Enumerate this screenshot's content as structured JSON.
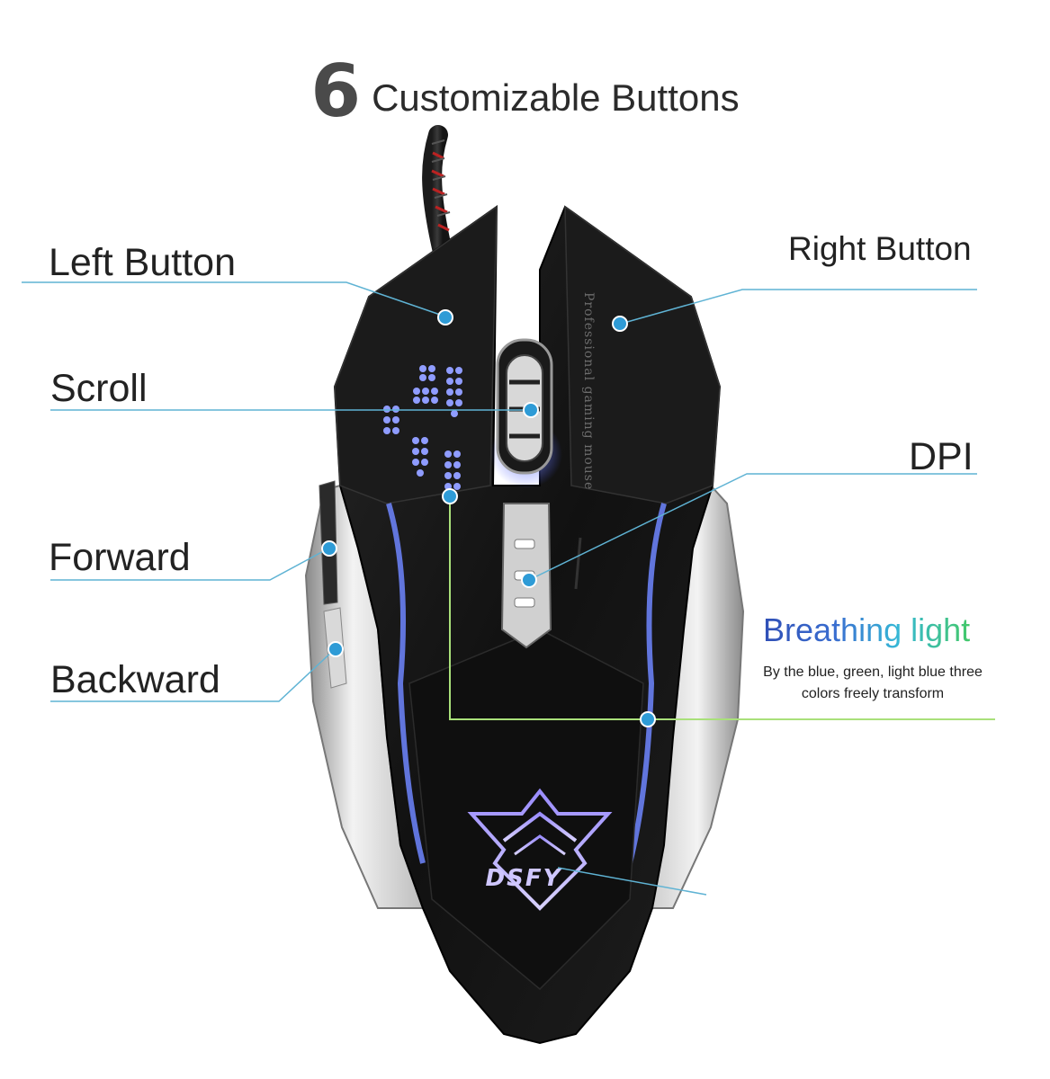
{
  "title": {
    "number": "6",
    "text": "Customizable Buttons"
  },
  "labels": {
    "left_button": "Left Button",
    "right_button": "Right Button",
    "scroll": "Scroll",
    "dpi": "DPI",
    "forward": "Forward",
    "backward": "Backward"
  },
  "breathing": {
    "heading": "Breathing light",
    "desc_line1": "By the blue, green, light blue three",
    "desc_line2": "colors freely transform"
  },
  "mouse": {
    "side_text": "Professional gaming mouse",
    "logo_text": "DSFY"
  },
  "colors": {
    "callout_line": "#5fb3d4",
    "dot": "#2e9bd6",
    "breathing_line": "#a9e07a",
    "mouse_body": "#121212",
    "led_blue": "#5c74ff"
  }
}
